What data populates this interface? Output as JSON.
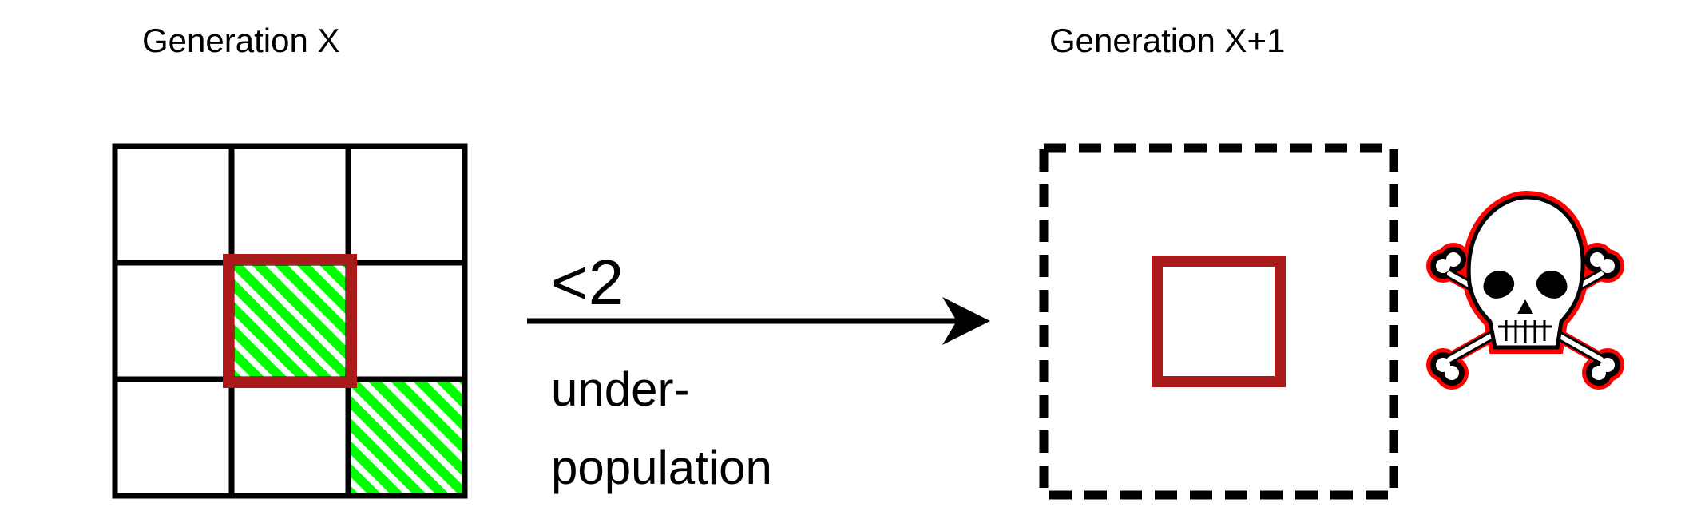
{
  "generation_before": {
    "title": "Generation X",
    "grid": {
      "rows": 3,
      "cols": 3,
      "alive_cells": [
        [
          1,
          1
        ],
        [
          2,
          2
        ]
      ],
      "focus_cell": [
        1,
        1
      ]
    }
  },
  "transition": {
    "condition": "<2",
    "rule_name_line1": "under-",
    "rule_name_line2": "population"
  },
  "generation_after": {
    "title": "Generation X+1",
    "focus_cell_state": "dead",
    "death_icon": "skull-crossbones-icon"
  },
  "colors": {
    "alive": "#00ff00",
    "focus_border": "#a91b1b",
    "grid_line": "#000000",
    "skull_outline": "#ff0000"
  }
}
